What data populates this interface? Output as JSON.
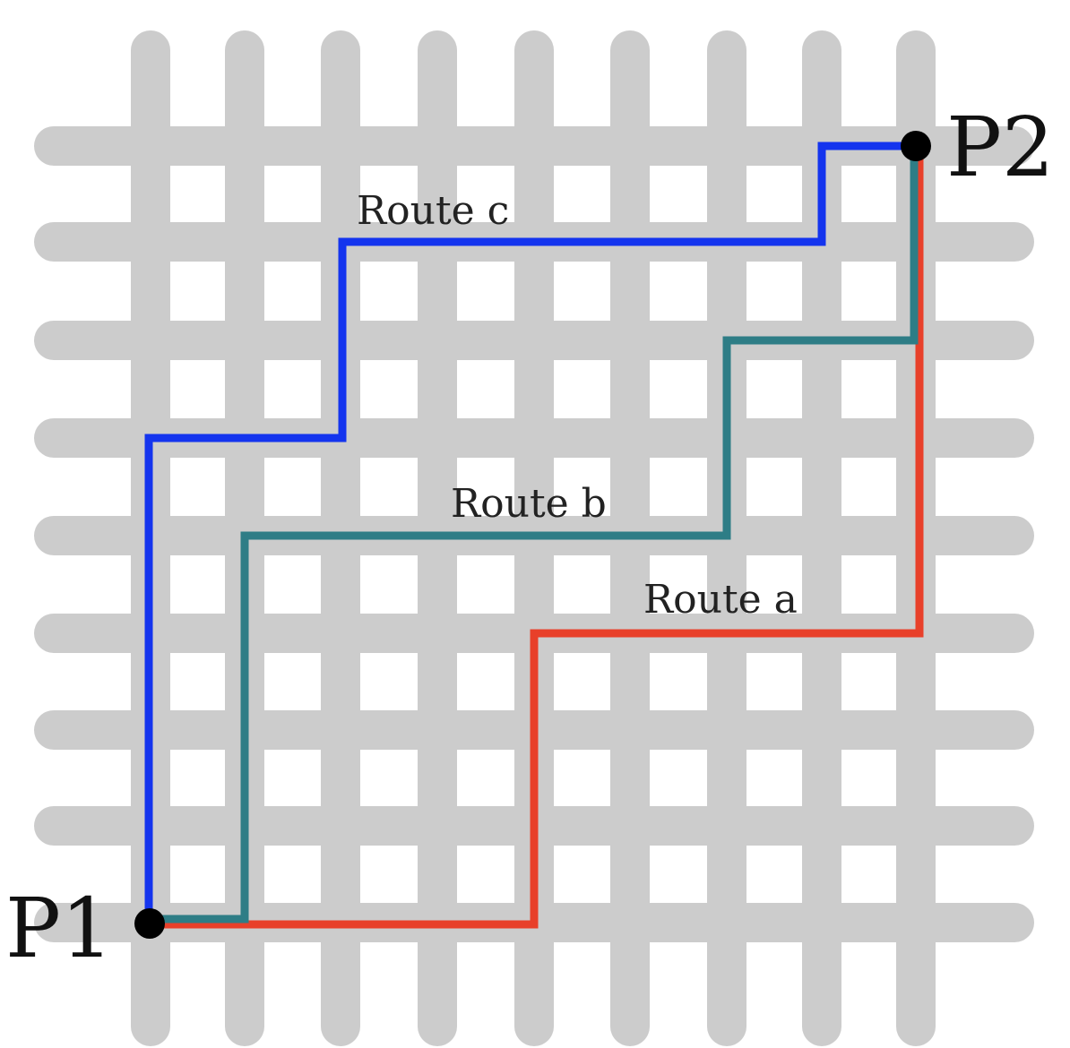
{
  "labels": {
    "p1": "P1",
    "p2": "P2",
    "route_a": "Route a",
    "route_b": "Route b",
    "route_c": "Route c"
  },
  "colors": {
    "grid": "#cccccc",
    "route_a": "#e8402a",
    "route_b": "#2e7d86",
    "route_c": "#1434ee",
    "point": "#000000",
    "background": "#ffffff"
  }
}
